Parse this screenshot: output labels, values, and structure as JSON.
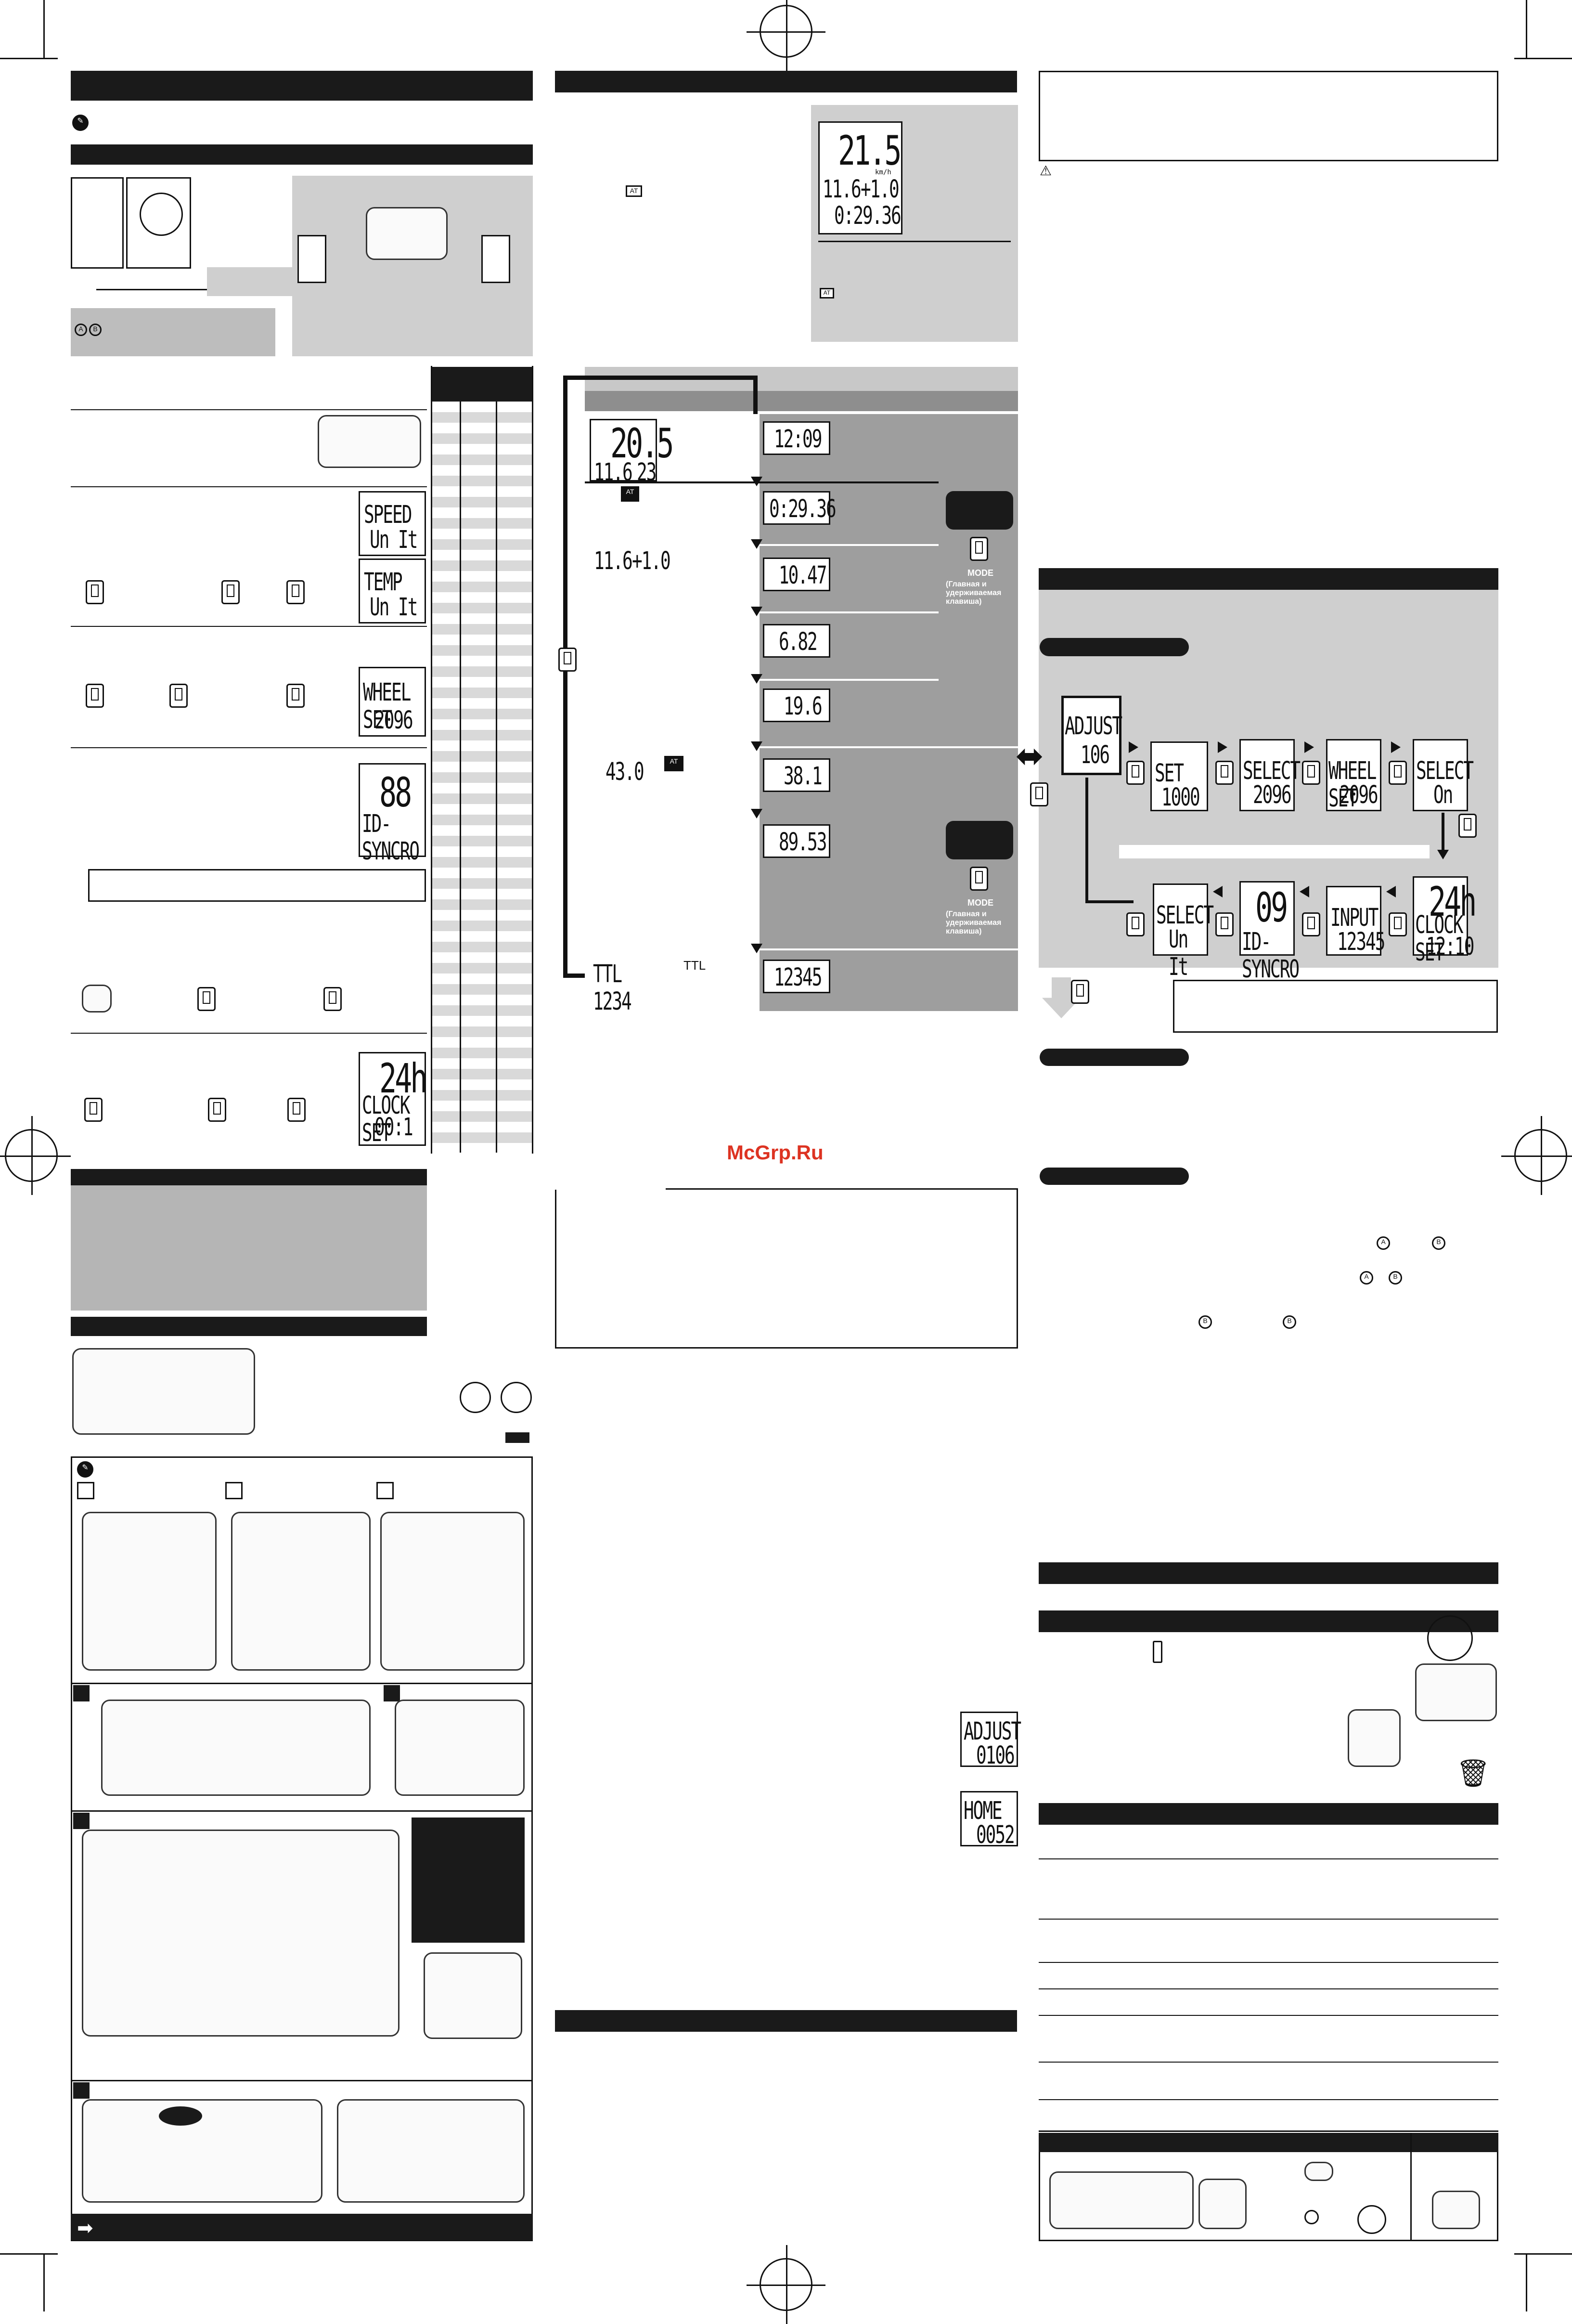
{
  "watermark": "McGrp.Ru",
  "flow_lcd": {
    "top_speed": "21.5",
    "top_unit": "km/h",
    "top_avg": "11.6",
    "top_plus": "+1.0",
    "top_time": "0:29.36",
    "clock": "12:09",
    "timer": "0:29.36",
    "trip": "10.47",
    "trip2": "6.82",
    "avg": "19.6",
    "max": "38.1",
    "odo": "89.53",
    "ttl": "12345",
    "left1_speed": "20.5",
    "left1_small": "11.6",
    "left1_val": "23",
    "left2_small": "11.6",
    "left2_plus": "+1.0",
    "left3_val": "43.0",
    "left4_label": "TTL 1234",
    "left4_tag": "TTL"
  },
  "setup_lcd": {
    "speed_unit": [
      "SPEED",
      "Un It"
    ],
    "temp_unit": [
      "TEMP",
      "Un It"
    ],
    "wheel_set": [
      "WHEEL SET",
      "2096"
    ],
    "id_syncro": [
      "88",
      "ID-SYNCRO"
    ],
    "clock_set": [
      "24h",
      "CLOCK SET",
      "00:1"
    ]
  },
  "menu_lcd": {
    "adjust": [
      "ADJUST",
      "106"
    ],
    "set": [
      "SET",
      "1000"
    ],
    "select1": [
      "SELECT",
      "2096"
    ],
    "wheel": [
      "WHEEL SET",
      "2096"
    ],
    "select_on": [
      "SELECT",
      "On"
    ],
    "select_unit": [
      "SELECT",
      "Un It"
    ],
    "id_syncro": [
      "09",
      "ID-SYNCRO"
    ],
    "input": [
      "INPUT",
      "12345"
    ],
    "clock_set": [
      "24h",
      "CLOCK SET",
      "12:10"
    ]
  },
  "side_lcd": {
    "adjust": [
      "ADJUST",
      "0106"
    ],
    "home": [
      "HOME",
      "0052"
    ]
  },
  "mode_label": "MODE",
  "mode_caption": "(Главная и удерживаемая клавиша)",
  "icons": [
    "pencil-icon",
    "warning-icon",
    "recycle-bin-icon",
    "bicycle-icon",
    "arrow-right-icon"
  ]
}
